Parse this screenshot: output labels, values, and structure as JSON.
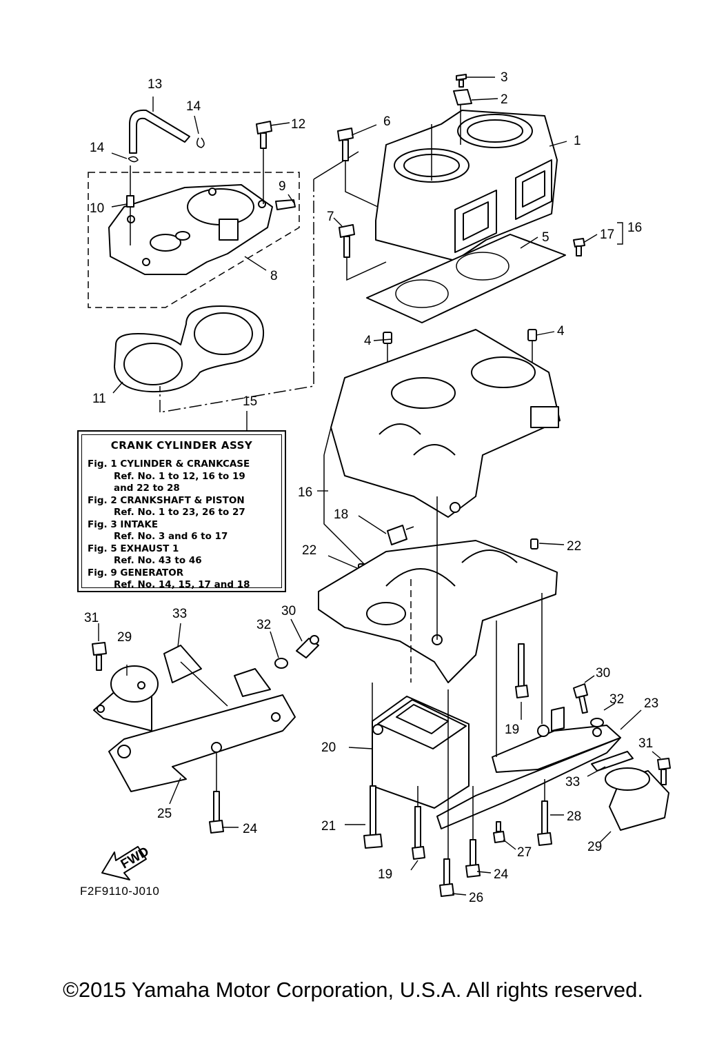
{
  "callouts": [
    "1",
    "2",
    "3",
    "4",
    "4",
    "5",
    "6",
    "7",
    "8",
    "9",
    "10",
    "11",
    "12",
    "13",
    "14",
    "14",
    "15",
    "16",
    "17",
    "16",
    "18",
    "19",
    "19",
    "20",
    "21",
    "22",
    "22",
    "23",
    "24",
    "24",
    "25",
    "26",
    "27",
    "28",
    "29",
    "29",
    "30",
    "30",
    "31",
    "31",
    "32",
    "32",
    "33",
    "33"
  ],
  "info_box": {
    "title": "CRANK CYLINDER ASSY",
    "lines": [
      "Fig. 1 CYLINDER & CRANKCASE",
      "Ref. No. 1 to 12, 16 to 19",
      "and 22 to 28",
      "Fig. 2 CRANKSHAFT & PISTON",
      "Ref. No. 1 to 23, 26 to 27",
      "Fig. 3 INTAKE",
      "Ref. No. 3 and 6 to 17",
      "Fig. 5 EXHAUST 1",
      "Ref. No. 43 to 46",
      "Fig. 9 GENERATOR",
      "Ref. No. 14, 15, 17 and 18"
    ]
  },
  "fwd_label": "FWD",
  "drawing_code": "F2F9110-J010",
  "copyright": "©2015 Yamaha Motor Corporation, U.S.A. All rights reserved."
}
